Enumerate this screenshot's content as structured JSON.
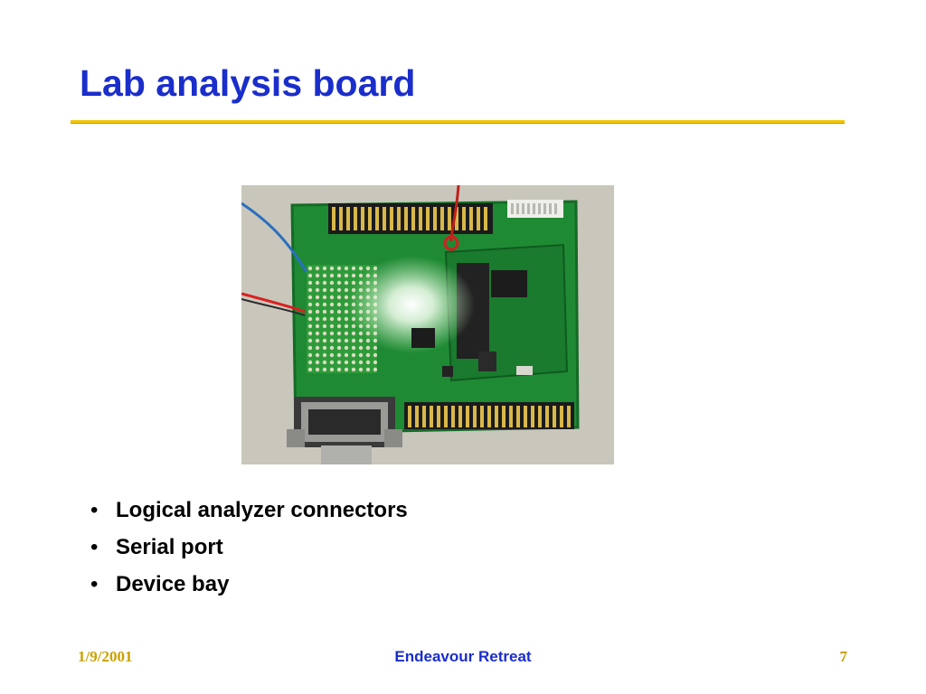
{
  "slide": {
    "title": "Lab analysis board",
    "bullets": [
      "Logical analyzer connectors",
      "Serial port",
      "Device bay"
    ],
    "bullet_symbol": "•"
  },
  "footer": {
    "date": "1/9/2001",
    "center": "Endeavour Retreat",
    "page": "7"
  },
  "colors": {
    "title": "#1a2ecb",
    "rule": "#f2c400",
    "footer": "#c9a000"
  }
}
